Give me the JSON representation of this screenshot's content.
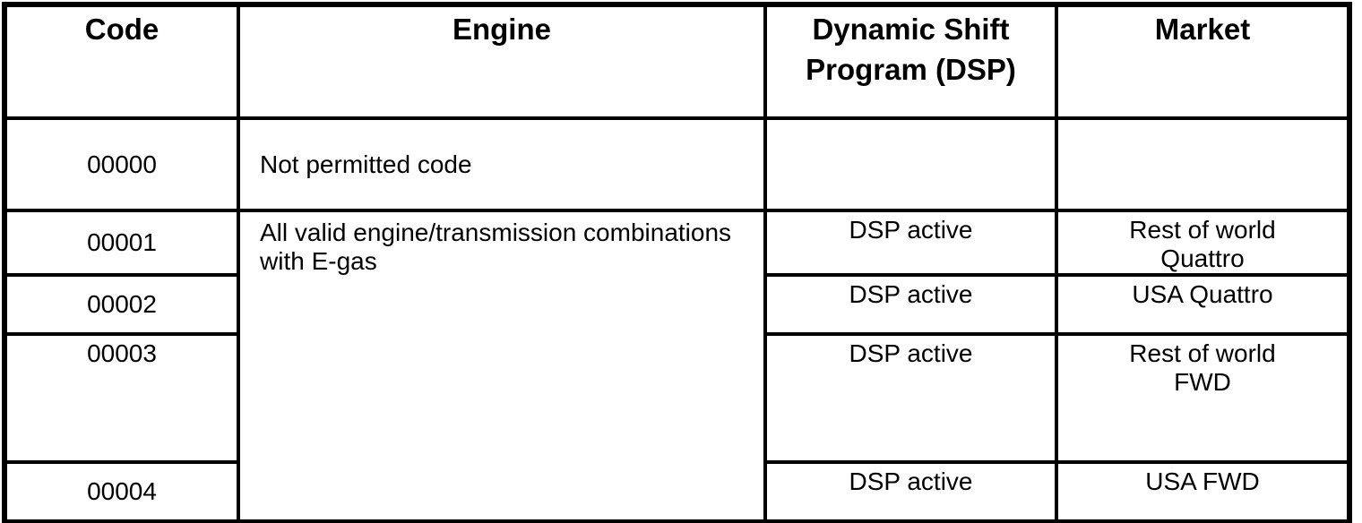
{
  "page": {
    "background_color": "#ffffff",
    "text_color": "#000000",
    "border_color": "#000000"
  },
  "table": {
    "header": {
      "code": "Code",
      "engine": "Engine",
      "dsp": "Dynamic Shift Program (DSP)",
      "market": "Market"
    },
    "rows": [
      {
        "code": "00000",
        "engine": "Not permitted code",
        "dsp": "",
        "market": ""
      },
      {
        "code": "00001",
        "engine": [
          "All valid engine/transmission combinations",
          "with E-gas"
        ],
        "dsp": "DSP active",
        "market": [
          "Rest of world",
          "Quattro"
        ]
      },
      {
        "code": "00002",
        "dsp": "DSP active",
        "market": "USA Quattro"
      },
      {
        "code": "00003",
        "dsp": "DSP active",
        "market": [
          "Rest of world",
          "FWD"
        ]
      },
      {
        "code": "00004",
        "dsp": "DSP active",
        "market": "USA FWD"
      }
    ]
  }
}
